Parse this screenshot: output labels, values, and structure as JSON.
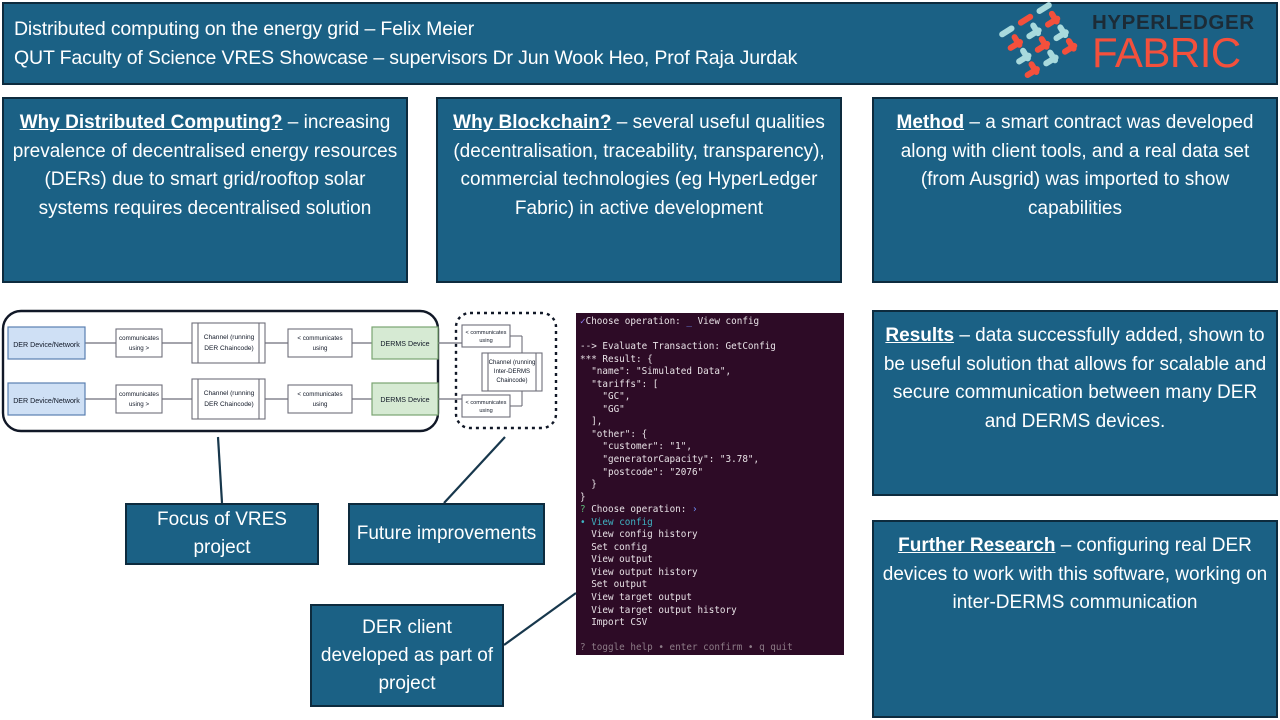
{
  "header": {
    "line1": "Distributed computing on the energy grid – Felix Meier",
    "line2": "QUT Faculty of Science VRES Showcase – supervisors Dr Jun Wook Heo, Prof Raja Jurdak",
    "bg_color": "#1b6185",
    "border_color": "#0d2b3e"
  },
  "logo": {
    "word_top": "HYPERLEDGER",
    "word_bottom": "FABRIC",
    "color_top": "#1c2b36",
    "color_bottom": "#f4503c",
    "weave_red": "#f4503c",
    "weave_blue": "#a8dadd"
  },
  "cards": {
    "why_distributed_computing": {
      "heading": "Why Distributed Computing?",
      "body": " – increasing prevalence of decentralised energy resources (DERs) due to smart grid/rooftop solar systems requires decentralised solution"
    },
    "why_blockchain": {
      "heading": "Why Blockchain?",
      "body": " – several useful qualities (decentralisation, traceability, transparency), commercial technologies (eg HyperLedger Fabric) in active development"
    },
    "method": {
      "heading": "Method",
      "body": " – a smart contract was developed along with client tools, and a real data set (from Ausgrid) was imported to show capabilities"
    },
    "results": {
      "heading": "Results",
      "body": " – data successfully added, shown to be useful solution that allows for scalable and secure communication between many DER and DERMS devices."
    },
    "further_research": {
      "heading": "Further Research",
      "body": " – configuring real DER devices to work with this software, working on inter-DERMS communication"
    }
  },
  "callouts": {
    "focus": "Focus of VRES project",
    "future": "Future improvements",
    "client": "DER client developed as part of project"
  },
  "diagram": {
    "der_device_1": "DER Device/Network",
    "der_device_2": "DER Device/Network",
    "comm_label_1": "communicates using >",
    "comm_label_2": "communicates using >",
    "channel_der_1": "Channel (running DER Chaincode)",
    "channel_der_2": "Channel (running DER Chaincode)",
    "comm_label_3": "< communicates using",
    "comm_label_4": "< communicates using",
    "derms_device_1": "DERMS Device",
    "derms_device_2": "DERMS Device",
    "inner_comm_top": "< communicates using",
    "inner_comm_bottom": "< communicates using",
    "channel_inter_derms": "Channel (running Inter-DERMS Chaincode)",
    "colors": {
      "der_fill": "#cfe0f5",
      "der_stroke": "#5a7fb0",
      "derms_fill": "#d6ead3",
      "derms_stroke": "#7aa471",
      "box_stroke": "#6e6e7a",
      "outline": "#111827"
    }
  },
  "terminal": {
    "lines": [
      {
        "parts": [
          {
            "t": "✓",
            "c": "check"
          },
          {
            "t": "Choose operation: ",
            "c": ""
          },
          {
            "t": "_",
            "c": "blue"
          },
          {
            "t": " View config",
            "c": ""
          }
        ]
      },
      {
        "parts": [
          {
            "t": "",
            "c": ""
          }
        ]
      },
      {
        "parts": [
          {
            "t": "--> Evaluate Transaction: GetConfig",
            "c": ""
          }
        ]
      },
      {
        "parts": [
          {
            "t": "*** Result: {",
            "c": ""
          }
        ]
      },
      {
        "parts": [
          {
            "t": "  \"name\": \"Simulated Data\",",
            "c": ""
          }
        ]
      },
      {
        "parts": [
          {
            "t": "  \"tariffs\": [",
            "c": ""
          }
        ]
      },
      {
        "parts": [
          {
            "t": "    \"GC\",",
            "c": ""
          }
        ]
      },
      {
        "parts": [
          {
            "t": "    \"GG\"",
            "c": ""
          }
        ]
      },
      {
        "parts": [
          {
            "t": "  ],",
            "c": ""
          }
        ]
      },
      {
        "parts": [
          {
            "t": "  \"other\": {",
            "c": ""
          }
        ]
      },
      {
        "parts": [
          {
            "t": "    \"customer\": \"1\",",
            "c": ""
          }
        ]
      },
      {
        "parts": [
          {
            "t": "    \"generatorCapacity\": \"3.78\",",
            "c": ""
          }
        ]
      },
      {
        "parts": [
          {
            "t": "    \"postcode\": \"2076\"",
            "c": ""
          }
        ]
      },
      {
        "parts": [
          {
            "t": "  }",
            "c": ""
          }
        ]
      },
      {
        "parts": [
          {
            "t": "}",
            "c": ""
          }
        ]
      },
      {
        "parts": [
          {
            "t": "?",
            "c": "q"
          },
          {
            "t": " Choose operation: ",
            "c": ""
          },
          {
            "t": "›",
            "c": "blue"
          }
        ]
      },
      {
        "parts": [
          {
            "t": "•",
            "c": "dot"
          },
          {
            "t": " View config",
            "c": "sel"
          }
        ]
      },
      {
        "parts": [
          {
            "t": "  View config history",
            "c": ""
          }
        ]
      },
      {
        "parts": [
          {
            "t": "  Set config",
            "c": ""
          }
        ]
      },
      {
        "parts": [
          {
            "t": "  View output",
            "c": ""
          }
        ]
      },
      {
        "parts": [
          {
            "t": "  View output history",
            "c": ""
          }
        ]
      },
      {
        "parts": [
          {
            "t": "  Set output",
            "c": ""
          }
        ]
      },
      {
        "parts": [
          {
            "t": "  View target output",
            "c": ""
          }
        ]
      },
      {
        "parts": [
          {
            "t": "  View target output history",
            "c": ""
          }
        ]
      },
      {
        "parts": [
          {
            "t": "  Import CSV",
            "c": ""
          }
        ]
      },
      {
        "parts": [
          {
            "t": "",
            "c": ""
          }
        ]
      },
      {
        "parts": [
          {
            "t": "? toggle help • enter confirm • q quit",
            "c": "dim"
          }
        ]
      }
    ],
    "bg_color": "#2d0b26",
    "text_color": "#e8e2e6"
  }
}
